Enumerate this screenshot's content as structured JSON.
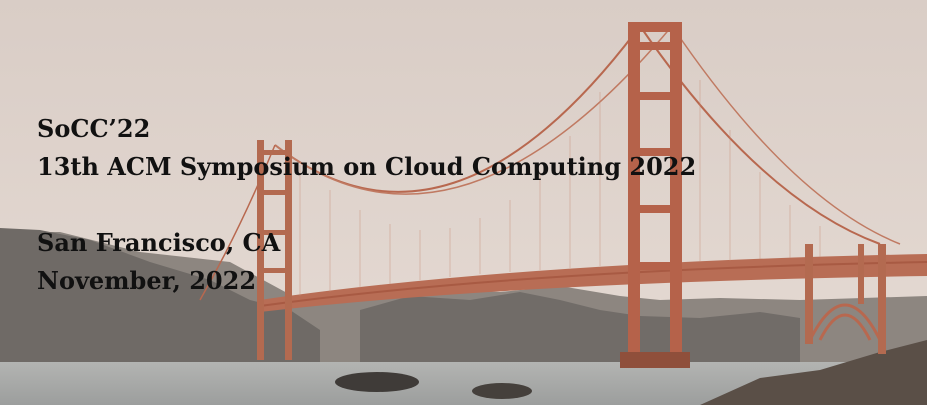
{
  "banner": {
    "conference_short": "SoCC’22",
    "conference_full": "13th ACM Symposium on Cloud Computing 2022",
    "location": "San Francisco, CA",
    "date": "November, 2022"
  },
  "image": {
    "subject": "golden-gate-bridge",
    "colors": {
      "sky": "#e2d6cf",
      "bridge": "#b8684f",
      "hills": "#7d7670",
      "water": "#a4a6a6",
      "text": "#111111"
    }
  }
}
